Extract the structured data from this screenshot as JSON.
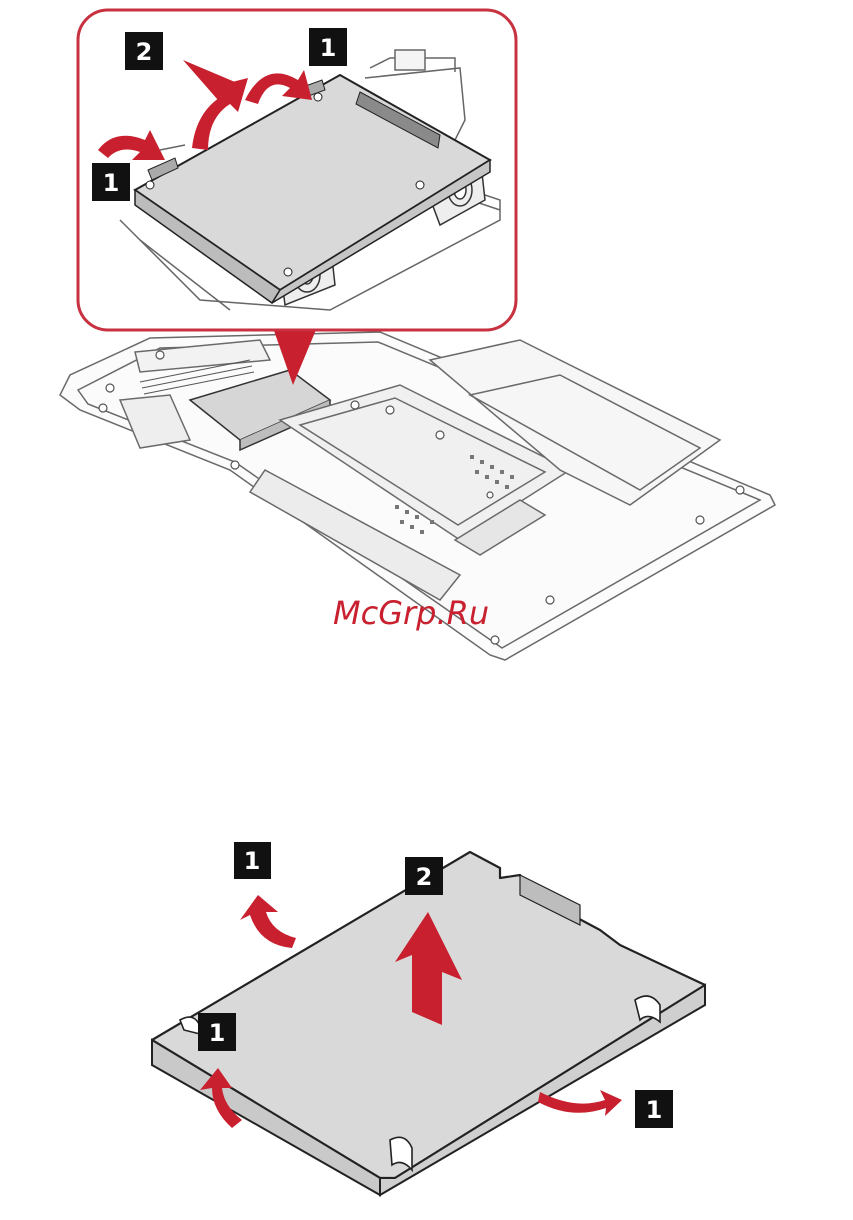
{
  "watermark": {
    "text": "McGrp.Ru"
  },
  "callouts": {
    "top_step2": "2",
    "top_step1_right": "1",
    "top_step1_left": "1",
    "bottom_step1_top": "1",
    "bottom_step2": "2",
    "bottom_step1_left": "1",
    "bottom_step1_right": "1"
  },
  "colors": {
    "accent_red": "#c8202e",
    "callout_frame": "#c8313f",
    "badge_bg": "#111111",
    "badge_text": "#ffffff",
    "drive_fill": "#d9d9d9",
    "line": "#333333",
    "frame_line": "#666666"
  },
  "icons": [
    "lift-arrow-icon",
    "up-arrow-icon",
    "pointer-triangle-icon"
  ]
}
